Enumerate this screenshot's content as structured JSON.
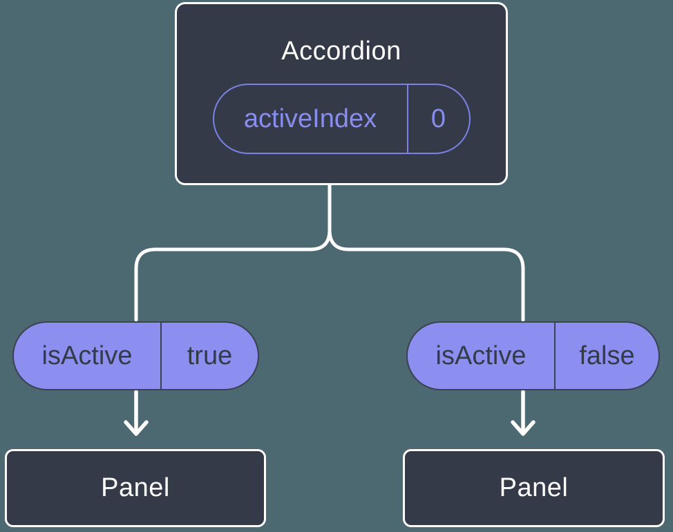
{
  "diagram": {
    "description": "Component tree showing state passed down as props",
    "root": {
      "title": "Accordion",
      "state": {
        "label": "activeIndex",
        "value": "0"
      }
    },
    "children": [
      {
        "prop": {
          "label": "isActive",
          "value": "true"
        },
        "panel": {
          "title": "Panel"
        }
      },
      {
        "prop": {
          "label": "isActive",
          "value": "false"
        },
        "panel": {
          "title": "Panel"
        }
      }
    ],
    "colors": {
      "background": "#4c6971",
      "node_fill": "#343a47",
      "node_border": "#ffffff",
      "pill_fill": "#8d8ff0",
      "pill_border": "#3a4150",
      "pill_text": "#343b48",
      "accent_purple": "#7c82e6",
      "accent_purple_text": "#888dee",
      "connector": "#ffffff"
    }
  }
}
